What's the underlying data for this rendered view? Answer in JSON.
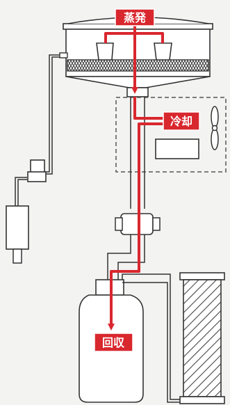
{
  "labels": {
    "evaporation": "蒸発",
    "cooling": "冷却",
    "recovery": "回収"
  },
  "colors": {
    "flow_arrow": "#d9272e",
    "outline": "#333333",
    "background": "#f3f3f2",
    "label_bg": "#d9272e",
    "label_text": "#ffffff"
  },
  "icons": {
    "fan": "fan-icon",
    "column": "packed-column-icon",
    "valve": "valve-icon"
  }
}
